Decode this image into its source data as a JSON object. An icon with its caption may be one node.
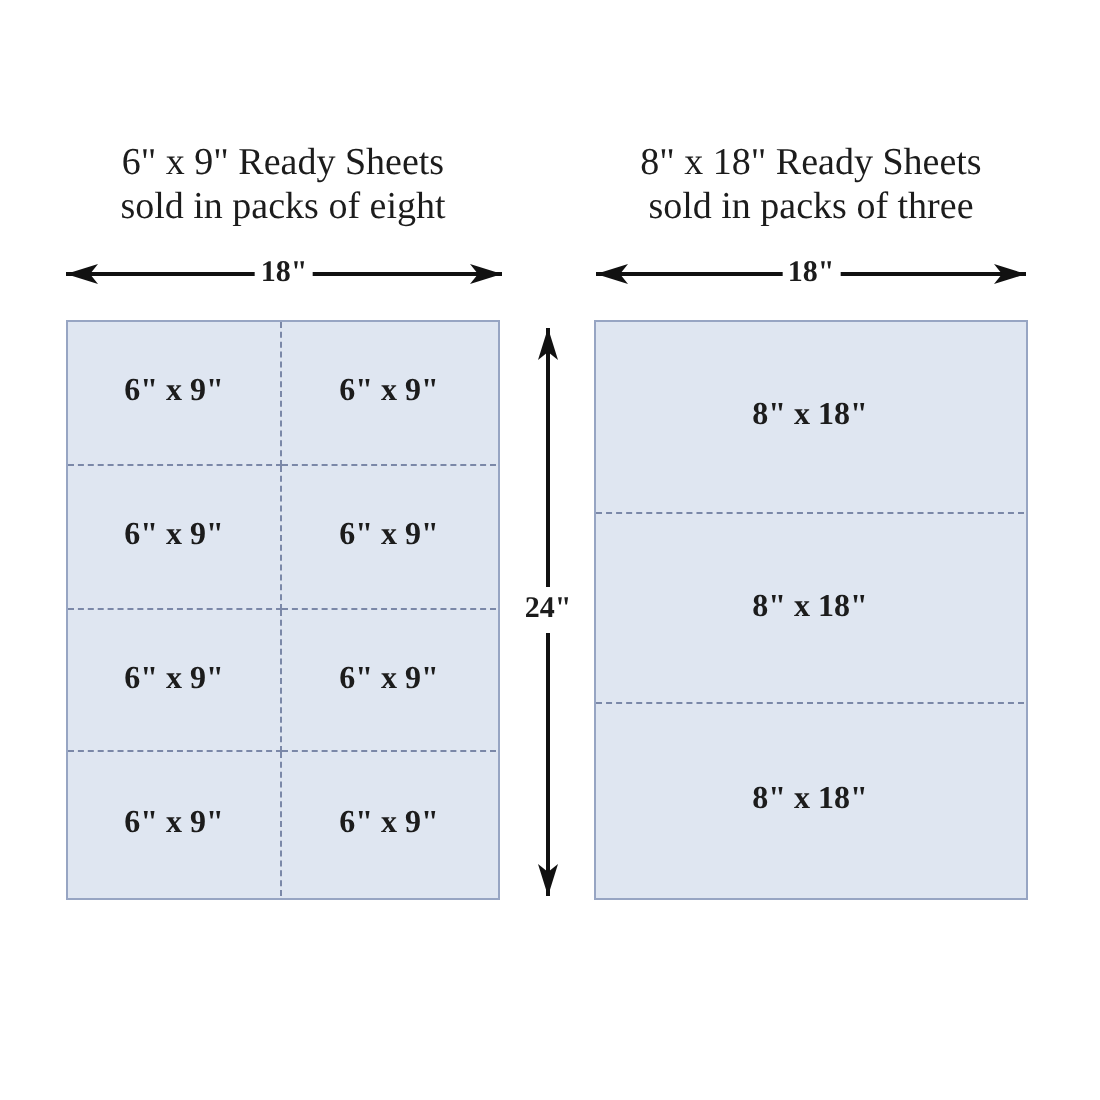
{
  "diagram": {
    "nodes": [
      {
        "text": [
          "6\" x 9\" Ready Sheets sold in packs of eight"
        ]
      },
      {
        "text": [
          "6\" x 9\""
        ],
        "in": 0
      },
      {
        "text": [
          "6\" x 9\""
        ],
        "in": 0
      },
      {
        "text": [
          "6\" x 9\""
        ],
        "in": 0
      },
      {
        "text": [
          "6\" x 9\""
        ],
        "in": 0
      },
      {
        "text": [
          "6\" x 9\""
        ],
        "in": 0
      },
      {
        "text": [
          "6\" x 9\""
        ],
        "in": 0
      },
      {
        "text": [
          "6\" x 9\""
        ],
        "in": 0
      },
      {
        "text": [
          "6\" x 9\""
        ],
        "in": 0
      },
      {
        "text": [
          "8\" x 18\" Ready Sheets sold in packs of three"
        ]
      },
      {
        "text": [
          "8\" x 18\""
        ],
        "in": 9
      },
      {
        "text": [
          "8\" x 18\""
        ],
        "in": 9
      },
      {
        "text": [
          "8\" x 18\""
        ],
        "in": 9
      }
    ],
    "labels": [
      "18\"",
      "18\"",
      "24\""
    ]
  }
}
